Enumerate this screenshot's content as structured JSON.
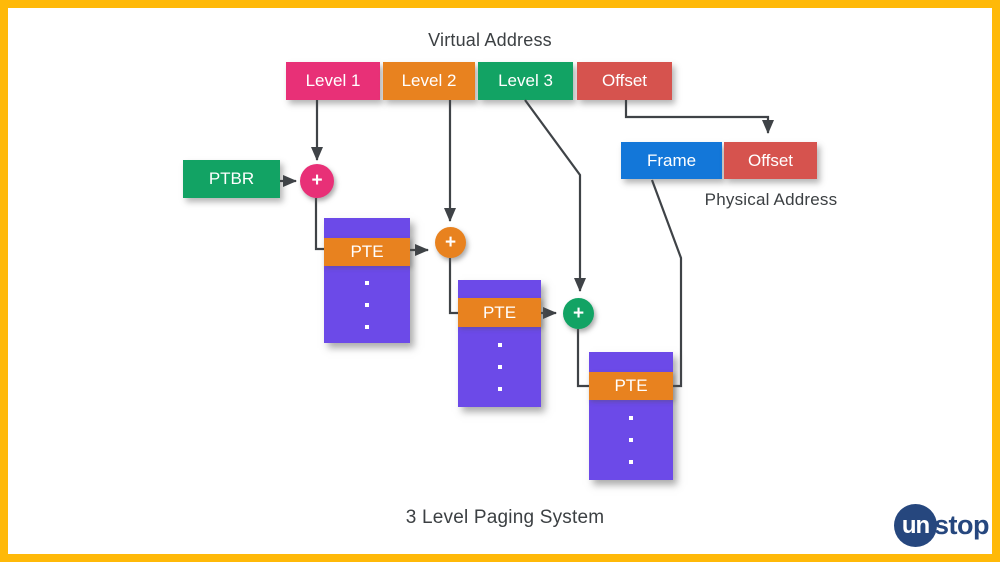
{
  "colors": {
    "border": "#FFB908",
    "pink": "#E83077",
    "orange": "#E8821F",
    "green": "#12A364",
    "red": "#D6534E",
    "blue": "#1377D9",
    "purple": "#6C4AE8",
    "line": "#3F4347",
    "heading_text": "#3C4043",
    "logo_navy": "#26477E"
  },
  "virtual_address": {
    "title": "Virtual Address",
    "fields": [
      {
        "label": "Level 1"
      },
      {
        "label": "Level 2"
      },
      {
        "label": "Level 3"
      },
      {
        "label": "Offset"
      }
    ]
  },
  "ptbr": {
    "label": "PTBR"
  },
  "adders": [
    {
      "symbol": "+"
    },
    {
      "symbol": "+"
    },
    {
      "symbol": "+"
    }
  ],
  "page_tables": [
    {
      "header": "PTE"
    },
    {
      "header": "PTE"
    },
    {
      "header": "PTE"
    }
  ],
  "physical_address": {
    "title": "Physical Address",
    "fields": [
      {
        "label": "Frame"
      },
      {
        "label": "Offset"
      }
    ]
  },
  "caption": "3 Level Paging System",
  "logo": {
    "circle_text": "un",
    "wordmark_rest": "stop"
  }
}
